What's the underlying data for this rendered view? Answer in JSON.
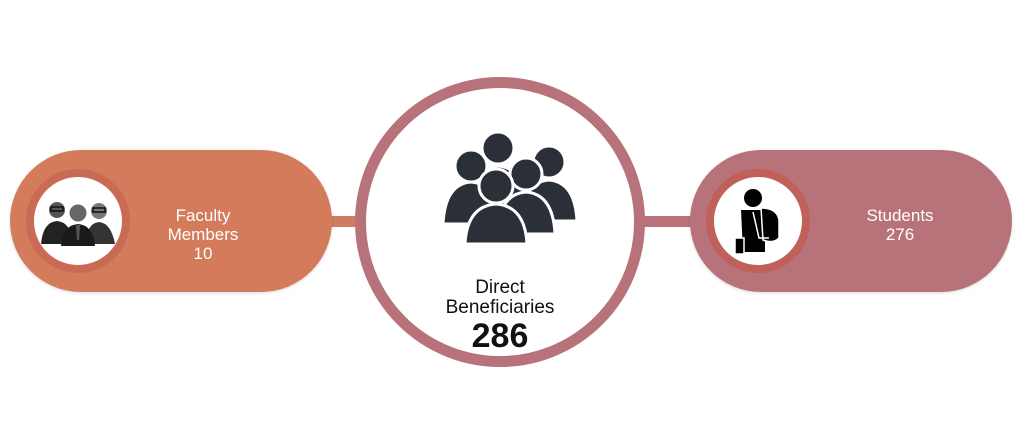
{
  "left": {
    "label": "Faculty Members",
    "value": "10",
    "icon": "faculty-group-icon",
    "color": "#d47b5b"
  },
  "center": {
    "label_line1": "Direct",
    "label_line2": "Beneficiaries",
    "value": "286",
    "icon": "people-group-icon",
    "color": "#b8737a"
  },
  "right": {
    "label": "Students",
    "value": "276",
    "icon": "student-backpack-icon",
    "color": "#b8737a"
  }
}
